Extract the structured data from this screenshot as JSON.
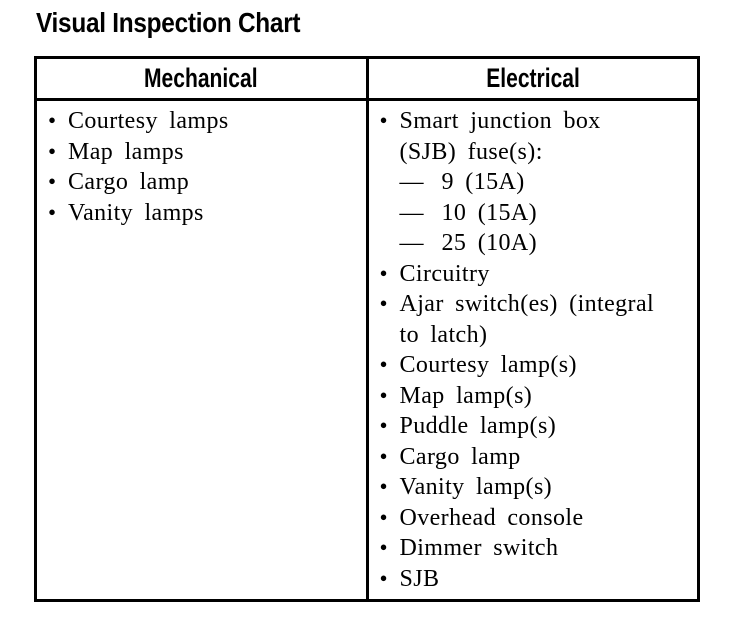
{
  "page": {
    "title": "Visual Inspection Chart"
  },
  "glyphs": {
    "bullet": "•",
    "dash": "—"
  },
  "colors": {
    "text": "#000000",
    "background": "#ffffff",
    "border": "#000000"
  },
  "table": {
    "headers": {
      "mechanical": "Mechanical",
      "electrical": "Electrical"
    },
    "mechanical_items": [
      "Courtesy lamps",
      "Map lamps",
      "Cargo lamp",
      "Vanity lamps"
    ],
    "electrical_items": [
      {
        "text": "Smart junction box (SJB) fuse(s):",
        "lines": [
          "Smart junction box",
          "(SJB) fuse(s):"
        ],
        "sub_items": [
          "9 (15A)",
          "10 (15A)",
          "25 (10A)"
        ]
      },
      {
        "text": "Circuitry",
        "lines": [
          "Circuitry"
        ]
      },
      {
        "text": "Ajar switch(es) (integral to latch)",
        "lines": [
          "Ajar switch(es) (integral",
          "to latch)"
        ]
      },
      {
        "text": "Courtesy lamp(s)",
        "lines": [
          "Courtesy lamp(s)"
        ]
      },
      {
        "text": "Map lamp(s)",
        "lines": [
          "Map lamp(s)"
        ]
      },
      {
        "text": "Puddle lamp(s)",
        "lines": [
          "Puddle lamp(s)"
        ]
      },
      {
        "text": "Cargo lamp",
        "lines": [
          "Cargo lamp"
        ]
      },
      {
        "text": "Vanity lamp(s)",
        "lines": [
          "Vanity lamp(s)"
        ]
      },
      {
        "text": "Overhead console",
        "lines": [
          "Overhead console"
        ]
      },
      {
        "text": "Dimmer switch",
        "lines": [
          "Dimmer switch"
        ]
      },
      {
        "text": "SJB",
        "lines": [
          "SJB"
        ]
      }
    ]
  }
}
